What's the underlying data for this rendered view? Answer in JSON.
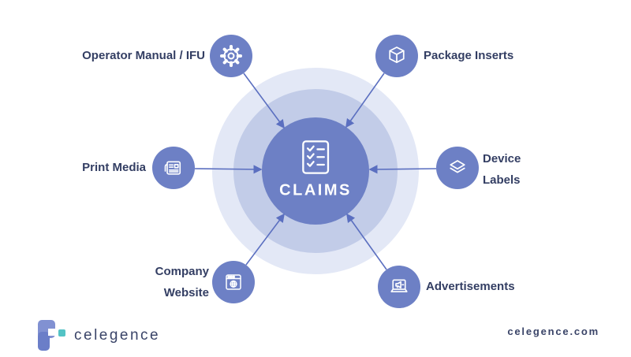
{
  "center": {
    "label": "CLAIMS",
    "icon": "checklist-icon",
    "fill_color": "#6d80c5"
  },
  "rings": {
    "outer_color": "#e3e8f6",
    "middle_color": "#c2cce8"
  },
  "arrow_color": "#5b6fc0",
  "label_color": "#333e63",
  "nodes": [
    {
      "id": "operator-manual-ifu",
      "label": "Operator Manual / IFU",
      "icon": "gear-icon"
    },
    {
      "id": "package-inserts",
      "label": "Package Inserts",
      "icon": "package-box-icon"
    },
    {
      "id": "print-media",
      "label": "Print Media",
      "icon": "newspaper-icon"
    },
    {
      "id": "device-labels",
      "label": "Device\nLabels",
      "icon": "layers-icon"
    },
    {
      "id": "company-website",
      "label": "Company\nWebsite",
      "icon": "browser-globe-icon"
    },
    {
      "id": "advertisements",
      "label": "Advertisements",
      "icon": "laptop-megaphone-icon"
    }
  ],
  "footer": {
    "logo_text": "celegence",
    "website": "celegence.com",
    "brand_blue": "#8191d2",
    "brand_dark_blue": "#6b7ec8",
    "brand_teal": "#54c3c5"
  }
}
